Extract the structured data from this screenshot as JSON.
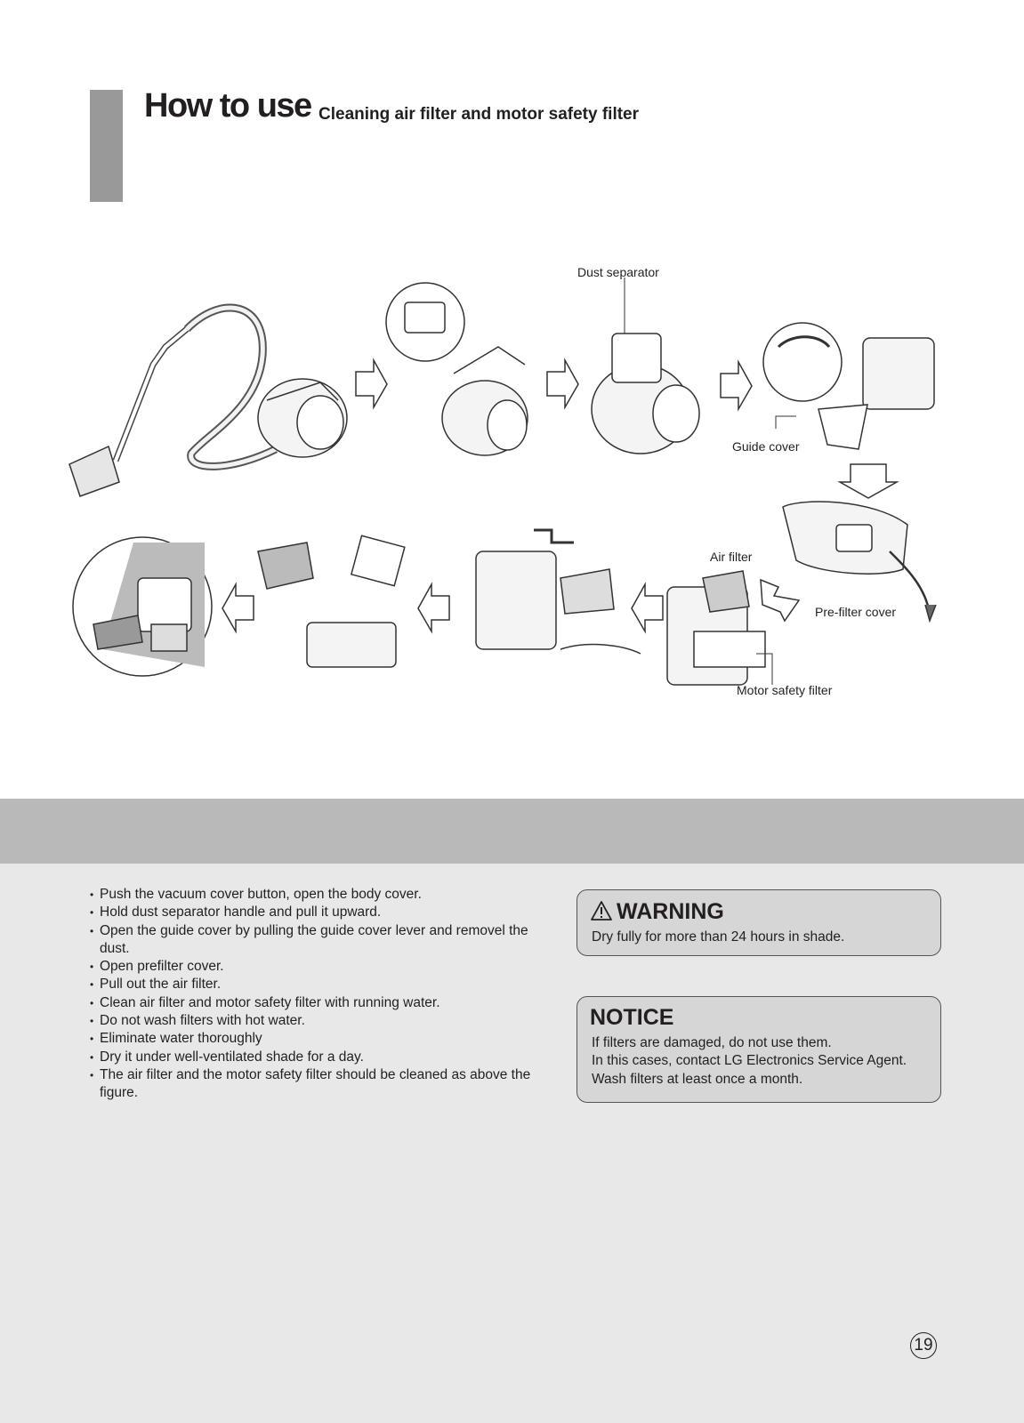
{
  "header": {
    "title": "How to use",
    "subtitle": "Cleaning air filter and motor safety filter"
  },
  "figure": {
    "labels": {
      "dust_separator": "Dust separator",
      "guide_cover": "Guide cover",
      "air_filter": "Air filter",
      "pre_filter_cover": "Pre-filter cover",
      "motor_safety_filter": "Motor safety filter"
    }
  },
  "instructions": [
    "Push the vacuum cover button, open the body cover.",
    "Hold dust separator handle and pull it upward.",
    "Open the guide cover by pulling the guide cover lever and removel the dust.",
    "Open prefilter cover.",
    "Pull out the air filter.",
    "Clean air filter and motor safety filter with running water.",
    "Do not wash filters with hot water.",
    "Eliminate water thoroughly",
    "Dry it under well-ventilated shade for a day.",
    "The air filter and the motor safety filter should be cleaned as above the figure."
  ],
  "warning": {
    "heading": "WARNING",
    "text": "Dry fully for more than 24 hours in shade."
  },
  "notice": {
    "heading": "NOTICE",
    "lines": [
      "If filters are damaged, do not use them.",
      "In this cases, contact LG Electronics Service Agent.",
      "Wash filters at least once a month."
    ]
  },
  "page_number": "19",
  "colors": {
    "side_bar": "#999999",
    "band_dark": "#b9b9b9",
    "band_light": "#e8e8e8",
    "box_fill": "#d6d6d6"
  }
}
